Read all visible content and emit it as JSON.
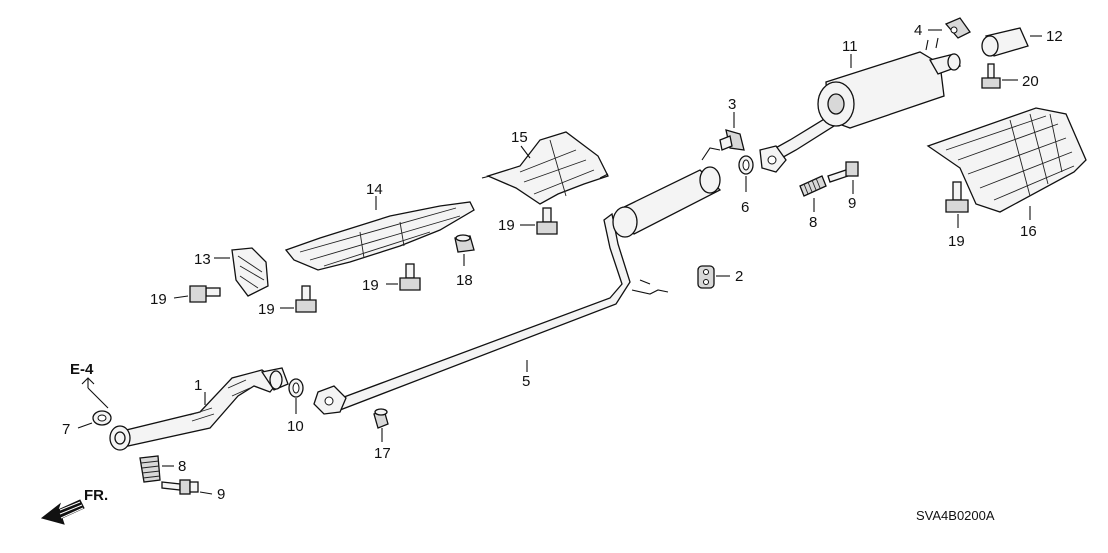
{
  "diagram": {
    "ref_code": "SVA4B0200A",
    "section_ref": "E-4",
    "direction_label": "FR.",
    "callouts": [
      {
        "n": "1"
      },
      {
        "n": "2"
      },
      {
        "n": "3"
      },
      {
        "n": "4"
      },
      {
        "n": "5"
      },
      {
        "n": "6"
      },
      {
        "n": "7"
      },
      {
        "n": "8"
      },
      {
        "n": "8"
      },
      {
        "n": "9"
      },
      {
        "n": "9"
      },
      {
        "n": "10"
      },
      {
        "n": "11"
      },
      {
        "n": "12"
      },
      {
        "n": "13"
      },
      {
        "n": "14"
      },
      {
        "n": "15"
      },
      {
        "n": "16"
      },
      {
        "n": "17"
      },
      {
        "n": "18"
      },
      {
        "n": "19"
      },
      {
        "n": "19"
      },
      {
        "n": "19"
      },
      {
        "n": "19"
      },
      {
        "n": "19"
      },
      {
        "n": "20"
      }
    ]
  }
}
